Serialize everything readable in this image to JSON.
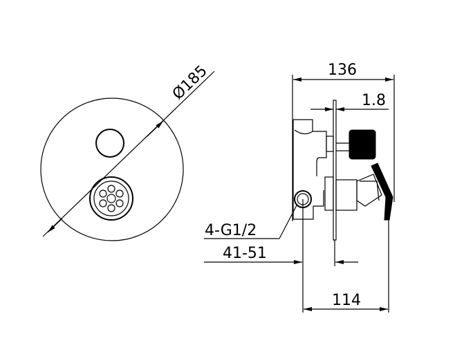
{
  "front_view": {
    "diameter_label": "Ø185"
  },
  "side_view": {
    "overall_depth_label": "136",
    "plate_thickness_label": "1.8",
    "inlet_label": "4-G1/2",
    "wall_depth_range_label": "41-51",
    "projection_label": "114"
  }
}
